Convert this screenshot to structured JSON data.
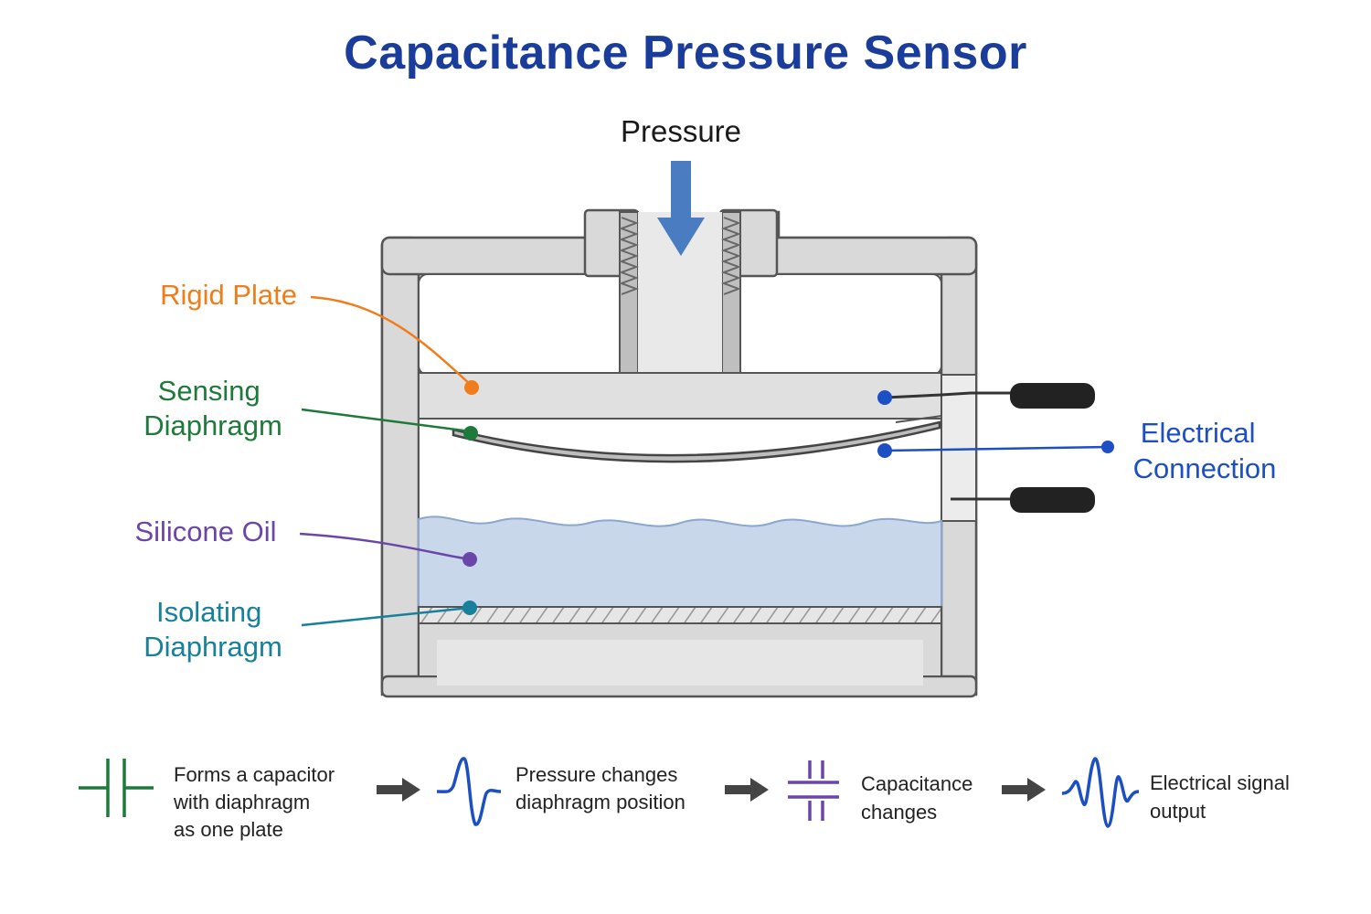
{
  "title": "Capacitance Pressure Sensor",
  "pressure_label": "Pressure",
  "labels": {
    "rigid_plate": {
      "text": "Rigid Plate",
      "color": "#f07d1a"
    },
    "sensing_diaphragm": {
      "lines": [
        "Sensing",
        "Diaphragm"
      ],
      "color": "#1e7a3a"
    },
    "silicone_oil": {
      "text": "Silicone Oil",
      "color": "#6a46a8"
    },
    "isolating_diaphragm": {
      "lines": [
        "Isolating",
        "Diaphragm"
      ],
      "color": "#17809a"
    },
    "electrical_connection": {
      "lines": [
        "Electrical",
        "Connection"
      ],
      "color": "#1d4fc4"
    }
  },
  "steps": [
    {
      "lines": [
        "Forms a capacitor",
        "with diaphragm",
        "as one plate"
      ],
      "icon": "capacitor-icon"
    },
    {
      "lines": [
        "Pressure changes",
        "diaphragm position"
      ],
      "icon": "wave-icon"
    },
    {
      "lines": [
        "Capacitance",
        "changes"
      ],
      "icon": "variable-capacitor-icon"
    },
    {
      "lines": [
        "Electrical signal",
        "output"
      ],
      "icon": "signal-wave-icon"
    }
  ],
  "colors": {
    "housing": "#d9d9d9",
    "housing_stroke": "#555555",
    "oil": "#c9d7eb",
    "arrow": "#4a7cc2",
    "title": "#1a3c9a"
  }
}
